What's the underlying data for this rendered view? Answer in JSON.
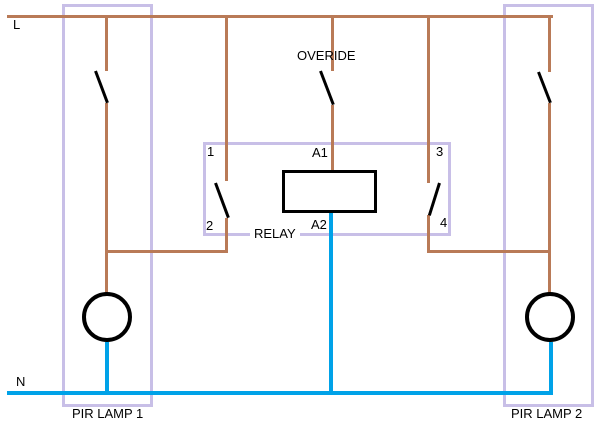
{
  "diagram": {
    "type": "electrical-wiring-schematic",
    "labels": {
      "live": "L",
      "neutral": "N",
      "override": "OVERIDE",
      "relay": "RELAY",
      "pir_lamp_1": "PIR LAMP 1",
      "pir_lamp_2": "PIR LAMP 2",
      "terminal_1": "1",
      "terminal_2": "2",
      "terminal_3": "3",
      "terminal_4": "4",
      "coil_a1": "A1",
      "coil_a2": "A2"
    },
    "colors": {
      "live_wire": "#B97A57",
      "neutral_wire": "#00A2E8",
      "enclosure": "#C8BFE7",
      "symbol": "#000000",
      "background": "#FFFFFF"
    }
  }
}
